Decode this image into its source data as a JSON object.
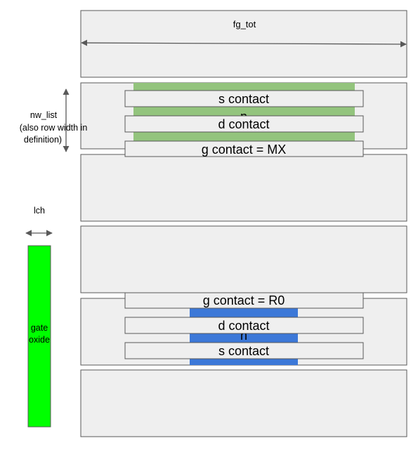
{
  "labels": {
    "fg_tot": "fg_tot",
    "nw_list": "nw_list",
    "nw_note_1": "(also row width in",
    "nw_note_2": "definition)",
    "lch": "lch",
    "gate_oxide_1": "gate",
    "gate_oxide_2": "oxide",
    "p_region": "p",
    "n_region": "n"
  },
  "contacts": {
    "s_top": "s contact",
    "d_top": "d contact",
    "g_top": "g contact = MX",
    "g_bottom": "g contact = R0",
    "d_bottom": "d contact",
    "s_bottom": "s contact"
  },
  "colors": {
    "row_fill": "#efefef",
    "row_stroke": "#595959",
    "p_fill": "#93c47d",
    "n_fill": "#3c78d8",
    "gate_fill": "#00ff00",
    "arrow": "#595959",
    "text": "#000000"
  }
}
